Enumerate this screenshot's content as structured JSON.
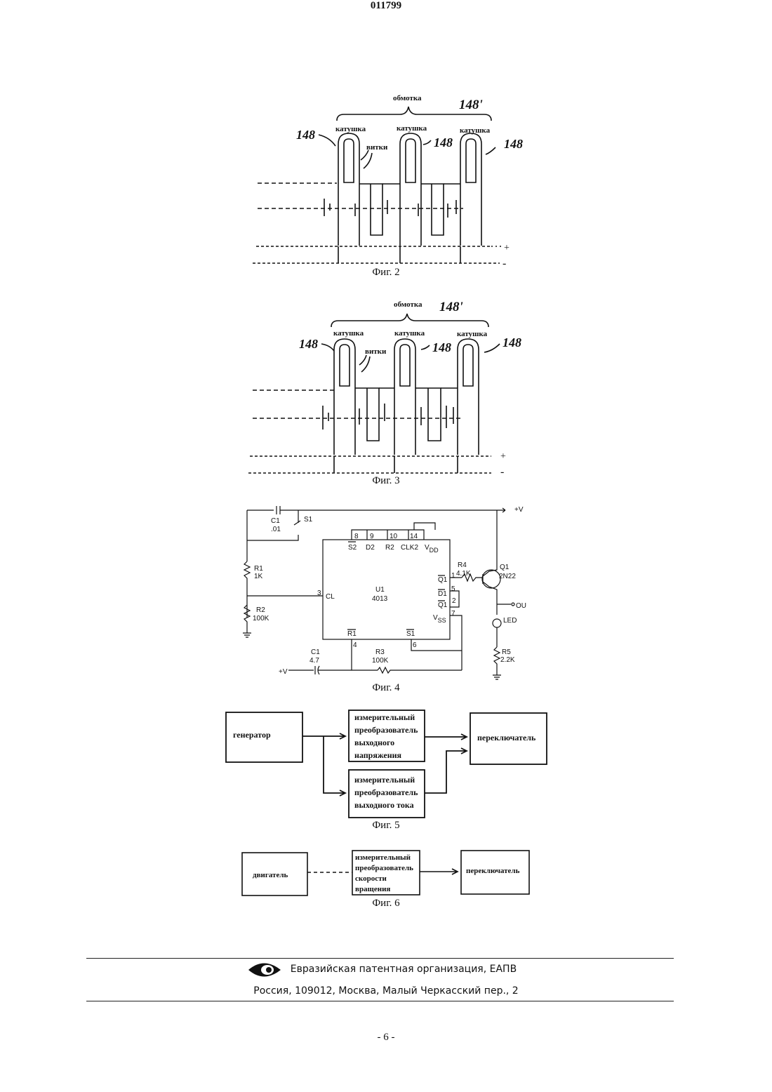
{
  "header": {
    "doc_number": "011799"
  },
  "fig2": {
    "caption": "Фиг. 2",
    "winding": "обмотка",
    "winding_ref": "148'",
    "coil_labels": [
      "катушка",
      "катушка",
      "катушка"
    ],
    "turns": "витки",
    "ref": "148",
    "plus": "+",
    "minus": "-"
  },
  "fig3": {
    "caption": "Фиг. 3",
    "winding": "обмотка",
    "winding_ref": "148'",
    "coil_labels": [
      "катушка",
      "катушка",
      "катушка"
    ],
    "turns": "витки",
    "ref": "148",
    "plus": "+",
    "minus": "-"
  },
  "fig4": {
    "caption": "Фиг. 4",
    "labels": {
      "c1_top": "C1",
      "c1_top_val": ".01",
      "s1": "S1",
      "r1": "R1",
      "r1_val": "1K",
      "r2": "R2",
      "r2_val": "100K",
      "pin8": "8",
      "pin9": "9",
      "pin10": "10",
      "pin14": "14",
      "s2": "S2",
      "d2": "D2",
      "r2pin": "R2",
      "clk2": "CLK2",
      "vdd": "V",
      "vdd_sub": "DD",
      "u1": "U1",
      "u1_val": "4013",
      "cl": "CL",
      "pin3": "3",
      "q1bar": "Q1",
      "pin1": "1",
      "d1": "D1",
      "pin5": "5",
      "q1": "Q1",
      "pin2": "2",
      "vss": "V",
      "vss_sub": "SS",
      "pin7": "7",
      "r1bar": "R1",
      "pin4": "4",
      "s1bar": "S1",
      "pin6": "6",
      "r4": "R4",
      "r4_val": "4.1K",
      "tq1": "Q1",
      "tq1_val": "2N22",
      "plus_v_top": "+V",
      "ou": "OU",
      "led": "LED",
      "r5": "R5",
      "r5_val": "2.2K",
      "c1_bot": "C1",
      "c1_bot_val": "4.7",
      "r3": "R3",
      "r3_val": "100K",
      "plus_v_bot": "+V"
    }
  },
  "fig5": {
    "caption": "Фиг. 5",
    "blocks": {
      "generator": "генератор",
      "voltage": [
        "измерительный",
        "преобразователь",
        "выходного",
        "напряжения"
      ],
      "current": [
        "измерительный",
        "преобразователь",
        "выходного тока"
      ],
      "switch": "переключатель"
    }
  },
  "fig6": {
    "caption": "Фиг. 6",
    "blocks": {
      "motor": "двигатель",
      "speed": [
        "измерительный",
        "преобразователь",
        "скорости",
        "вращения"
      ],
      "switch": "переключатель"
    }
  },
  "footer": {
    "org": "Евразийская патентная организация, ЕАПВ",
    "address": "Россия, 109012, Москва, Малый Черкасский пер., 2"
  },
  "page_number": "- 6 -"
}
